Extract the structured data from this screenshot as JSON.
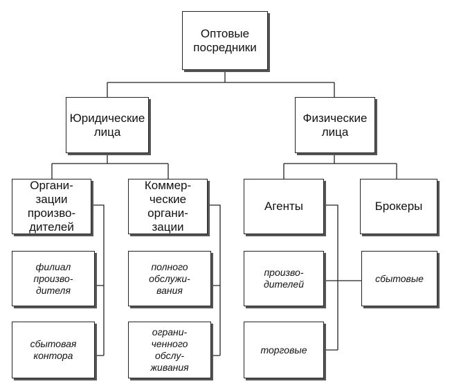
{
  "root": {
    "label": "Оптовые\nпосредники"
  },
  "groups": {
    "legal": {
      "label": "Юридические\nлица",
      "children": {
        "producers": {
          "label": "Органи-\nзации\nпроизво-\nдителей",
          "items": [
            "филиал\nпроизво-\nдителя",
            "сбытовая\nконтора"
          ]
        },
        "commercial": {
          "label": "Коммер-\nческие\nоргани-\nзации",
          "items": [
            "полного\nобслужи-\nвания",
            "ограни-\nченного\nобслу-\nживания"
          ]
        }
      }
    },
    "physical": {
      "label": "Физические\nлица",
      "children": {
        "agents": {
          "label": "Агенты",
          "items": [
            "произво-\nдителей",
            "торговые"
          ]
        },
        "brokers": {
          "label": "Брокеры",
          "items": [
            "сбытовые"
          ]
        }
      }
    }
  }
}
